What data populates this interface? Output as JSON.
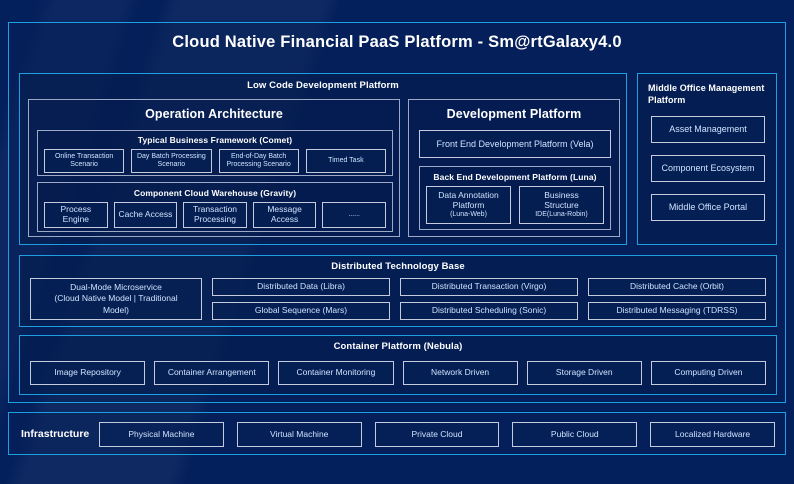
{
  "title": "Cloud Native Financial PaaS Platform - Sm@rtGalaxy4.0",
  "colors": {
    "background": "#04205c",
    "panel_border": "#1f9fe0",
    "box_border": "#c5cbdd",
    "subpanel_border": "#9fa8c4",
    "title_text": "#ffffff",
    "box_text": "#cfe3ff"
  },
  "low_code": {
    "title": "Low Code Development Platform",
    "operation_architecture": {
      "title": "Operation Architecture",
      "typical_business_framework": {
        "title": "Typical Business Framework (Comet)",
        "items": [
          "Online Transaction Scenario",
          "Day Batch Processing Scenario",
          "End-of-Day Batch Processing Scenario",
          "Timed Task"
        ]
      },
      "component_cloud_warehouse": {
        "title": "Component Cloud Warehouse (Gravity)",
        "items": [
          "Process Engine",
          "Cache Access",
          "Transaction Processing",
          "Message Access",
          "......"
        ]
      }
    },
    "development_platform": {
      "title": "Development Platform",
      "front_end": "Front End Development Platform (Vela)",
      "back_end": {
        "title": "Back End Development Platform (Luna)",
        "items": [
          {
            "line1": "Data Annotation",
            "line2": "Platform",
            "line3": "(Luna-Web)"
          },
          {
            "line1": "Business",
            "line2": "Structure",
            "line3": "IDE(Luna-Robin)"
          }
        ]
      }
    }
  },
  "middle_office": {
    "title": "Middle Office Management Platform",
    "items": [
      "Asset Management",
      "Component Ecosystem",
      "Middle Office Portal"
    ]
  },
  "distributed_technology_base": {
    "title": "Distributed Technology Base",
    "dual_mode": {
      "line1": "Dual-Mode Microservice",
      "line2": "(Cloud Native Model | Traditional",
      "line3": "Model)"
    },
    "columns": [
      {
        "top": "Distributed Data (Libra)",
        "bottom": "Global Sequence (Mars)"
      },
      {
        "top": "Distributed Transaction (Virgo)",
        "bottom": "Distributed Scheduling (Sonic)"
      },
      {
        "top": "Distributed Cache (Orbit)",
        "bottom": "Distributed Messaging (TDRSS)"
      }
    ]
  },
  "container_platform": {
    "title": "Container Platform (Nebula)",
    "items": [
      "Image Repository",
      "Container Arrangement",
      "Container Monitoring",
      "Network Driven",
      "Storage Driven",
      "Computing Driven"
    ]
  },
  "infrastructure": {
    "label": "Infrastructure",
    "items": [
      "Physical Machine",
      "Virtual Machine",
      "Private Cloud",
      "Public Cloud",
      "Localized Hardware"
    ]
  }
}
